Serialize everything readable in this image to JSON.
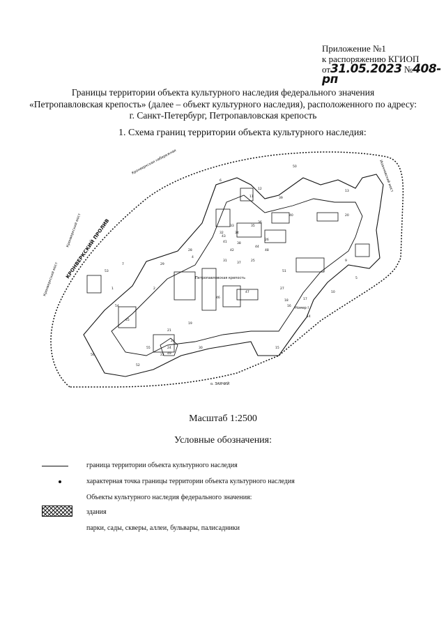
{
  "appendix": {
    "line1": "Приложение №1",
    "line2": "к распоряжению КГИОП",
    "line3_prefix": "от",
    "date": "31.05.2023",
    "number_prefix": "№",
    "number": "408-рп"
  },
  "title": {
    "line1": "Границы территории объекта культурного наследия федерального значения",
    "line2": "«Петропавловская крепость» (далее – объект культурного наследия), расположенного по адресу:",
    "line3": "г. Санкт-Петербург, Петропавловская крепость"
  },
  "scheme_heading": "1.   Схема границ территории объекта культурного наследия:",
  "map": {
    "streets": {
      "kronverk_embankment": "Кронверкская набережная",
      "kronverk_strait": "КРОНВЕРКСКИЙ ПРОЛИВ",
      "kronverk_bridge": "Кронверкский мост",
      "ioannovsky_bridge": "Иоанновский мост",
      "kronverk_bridge2": "Кронверкский мост",
      "zayachy": "о. ЗАЯЧИЙ",
      "fortress": "Петропавловская крепость",
      "number_i": "Номер I"
    },
    "building_labels": [
      "1",
      "2",
      "4",
      "5",
      "6",
      "7",
      "9",
      "10",
      "11",
      "12",
      "13",
      "14",
      "15",
      "16",
      "17",
      "18",
      "19",
      "20",
      "21",
      "22",
      "23",
      "24",
      "25",
      "26",
      "27",
      "28",
      "29",
      "30",
      "31",
      "32",
      "33",
      "34",
      "35",
      "36",
      "37",
      "38",
      "39",
      "40",
      "41",
      "42",
      "43",
      "44",
      "45",
      "46",
      "47",
      "48",
      "49",
      "50",
      "51",
      "52",
      "53",
      "54",
      "55",
      "56"
    ]
  },
  "scale": "Масштаб 1:2500",
  "legend": {
    "title": "Условные обозначения:",
    "boundary": "граница территории объекта культурного наследия",
    "point": "характерная точка границы территории объекта культурного наследия",
    "federal": "Объекты культурного наследия федерального значения:",
    "buildings": "здания",
    "parks": "парки, сады, скверы, аллеи, бульвары, палисадники"
  }
}
